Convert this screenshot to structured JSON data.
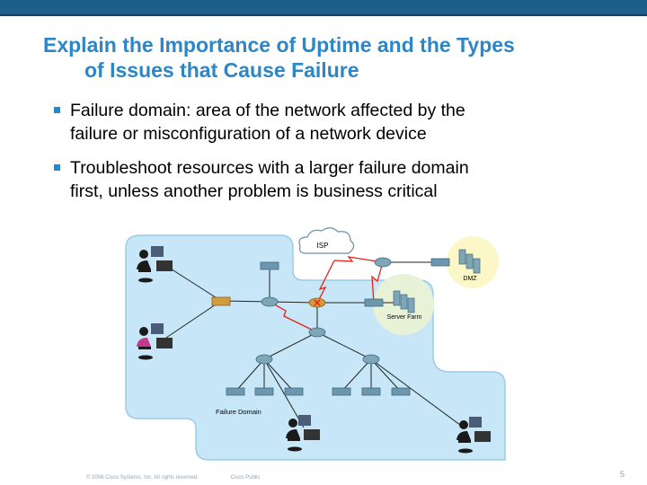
{
  "slide": {
    "title_line1": "Explain the Importance of Uptime and the Types",
    "title_line2": "of Issues that Cause Failure",
    "bullets": [
      {
        "line1": "Failure domain:  area of the network affected by the",
        "line2": "failure or misconfiguration of a network device"
      },
      {
        "line1": "Troubleshoot resources with a larger failure domain",
        "line2": "first, unless another problem is business critical"
      }
    ],
    "footer": {
      "copyright": "© 2006 Cisco Systems, Inc. All rights reserved.",
      "classification": "Cisco Public"
    },
    "page_number": "5"
  },
  "diagram": {
    "labels": {
      "isp": "ISP",
      "dmz": "DMZ",
      "server_farm": "Server Farm",
      "failure_domain": "Failure Domain"
    },
    "colors": {
      "failure_domain_fill": "#c7e6f7",
      "failure_domain_stroke": "#9ccbe6",
      "dmz_halo": "#fbf7c6",
      "server_farm_halo": "#e8f2d6",
      "wan_link": "#e2231a",
      "failed_device_mark": "#e2231a"
    }
  }
}
